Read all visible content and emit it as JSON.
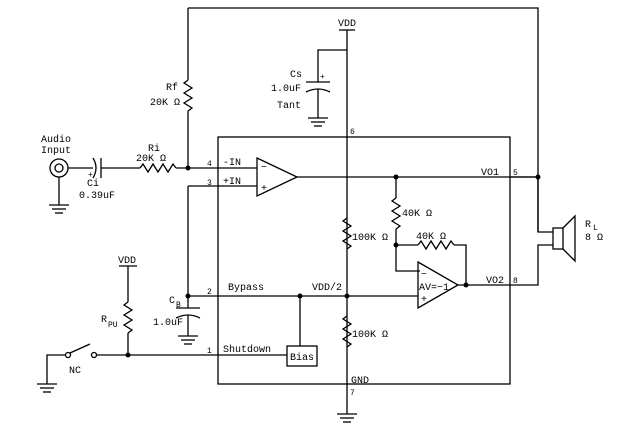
{
  "labels": {
    "vdd_top": "VDD",
    "cs_name": "Cs",
    "cs_value": "1.0uF",
    "cs_type": "Tant",
    "cs_plus": "+",
    "rf_name": "Rf",
    "rf_value": "20K Ω",
    "audio_input_1": "Audio",
    "audio_input_2": "Input",
    "ci_name": "Ci",
    "ci_plus": "+",
    "ci_value": "0.39uF",
    "ri_name": "Ri",
    "ri_value": "20K Ω",
    "pin6": "6",
    "pin4": "4",
    "pin3": "3",
    "pin2": "2",
    "pin1": "1",
    "pin5": "5",
    "pin8": "8",
    "pin7": "7",
    "in_minus": "-IN",
    "in_plus": "+IN",
    "amp1_minus": "−",
    "amp1_plus": "+",
    "vo1": "VO1",
    "vo2": "VO2",
    "r40k_1": "40K Ω",
    "r40k_2": "40K Ω",
    "r100k_1": "100K Ω",
    "r100k_2": "100K Ω",
    "bypass": "Bypass",
    "vdd_half": "VDD/2",
    "av": "AV=−1",
    "amp2_minus": "−",
    "amp2_plus": "+",
    "cb_name": "C",
    "cb_sub": "B",
    "cb_value": "1.0uF",
    "vdd_pu": "VDD",
    "rpu_name": "R",
    "rpu_sub": "PU",
    "shutdown": "Shutdown",
    "bias": "Bias",
    "nc": "NC",
    "gnd": "GND",
    "rl_name": "R",
    "rl_sub": "L",
    "rl_value": "8 Ω"
  }
}
